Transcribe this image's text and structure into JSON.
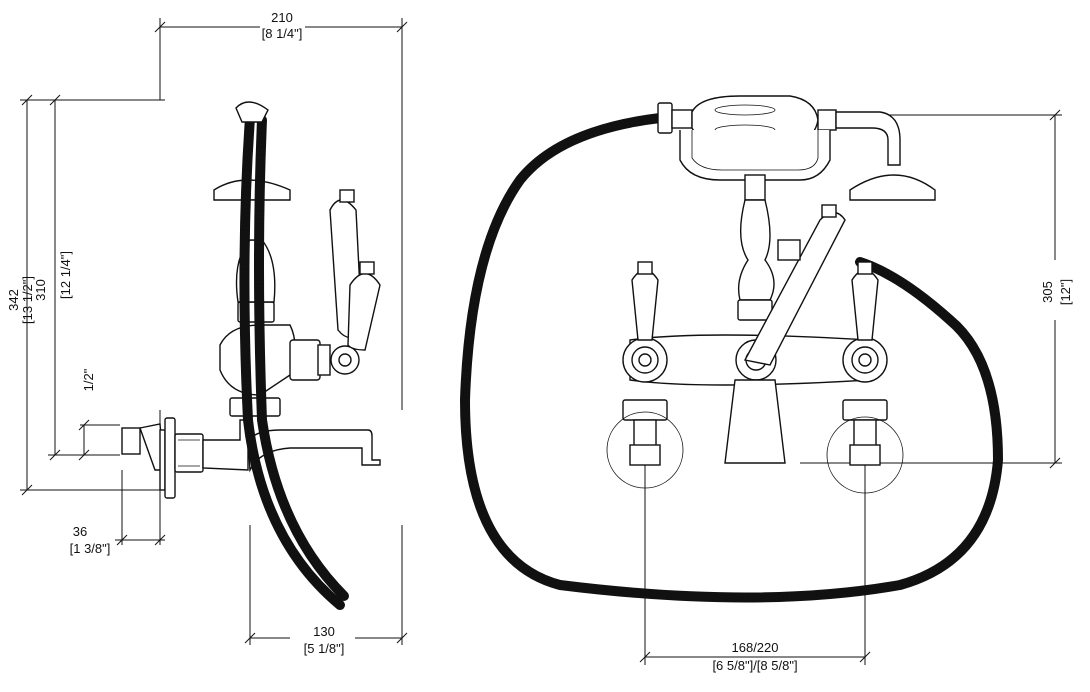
{
  "dimensions": {
    "side_top_width": {
      "value": "210",
      "imperial": "[8 1/4\"]"
    },
    "side_height_342": {
      "value": "342",
      "imperial": "[13 1/2\"]"
    },
    "side_height_310": {
      "value": "310",
      "imperial": "[12 1/4\"]"
    },
    "pipe_size": {
      "value": "1/2\""
    },
    "wall_offset": {
      "value": "36",
      "imperial": "[1 3/8\"]"
    },
    "spout_reach": {
      "value": "130",
      "imperial": "[5 1/8\"]"
    },
    "front_height": {
      "value": "305",
      "imperial": "[12\"]"
    },
    "centers": {
      "value": "168/220",
      "imperial": "[6 5/8\"]/[8 5/8\"]"
    }
  },
  "colors": {
    "line": "#111111",
    "background": "#ffffff"
  }
}
